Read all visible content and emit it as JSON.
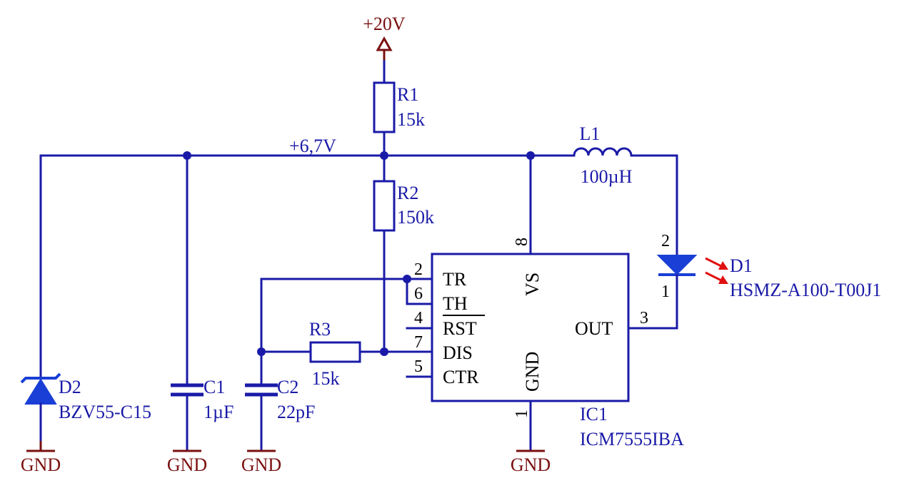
{
  "power": {
    "supply": "+20V",
    "node": "+6,7V",
    "gnd": "GND"
  },
  "components": {
    "R1": {
      "ref": "R1",
      "value": "15k"
    },
    "R2": {
      "ref": "R2",
      "value": "150k"
    },
    "R3": {
      "ref": "R3",
      "value": "15k"
    },
    "L1": {
      "ref": "L1",
      "value": "100µH"
    },
    "C1": {
      "ref": "C1",
      "value": "1µF"
    },
    "C2": {
      "ref": "C2",
      "value": "22pF"
    },
    "D1": {
      "ref": "D1",
      "value": "HSMZ-A100-T00J1"
    },
    "D2": {
      "ref": "D2",
      "value": "BZV55-C15"
    },
    "IC1": {
      "ref": "IC1",
      "value": "ICM7555IBA"
    }
  },
  "ic_pins": {
    "tr": {
      "num": "2",
      "name": "TR"
    },
    "th": {
      "num": "6",
      "name": "TH"
    },
    "rst": {
      "num": "4",
      "name": "RST"
    },
    "dis": {
      "num": "7",
      "name": "DIS"
    },
    "ctr": {
      "num": "5",
      "name": "CTR"
    },
    "vs": {
      "num": "8",
      "name": "VS"
    },
    "gnd": {
      "num": "1",
      "name": "GND"
    },
    "out": {
      "num": "3",
      "name": "OUT"
    }
  },
  "led_pins": {
    "anode": "2",
    "cathode": "1"
  },
  "colors": {
    "wire": "#1a1aa8",
    "power": "#7a1010",
    "diode_fill": "#1a3fd6",
    "led_emission": "#e01010"
  }
}
